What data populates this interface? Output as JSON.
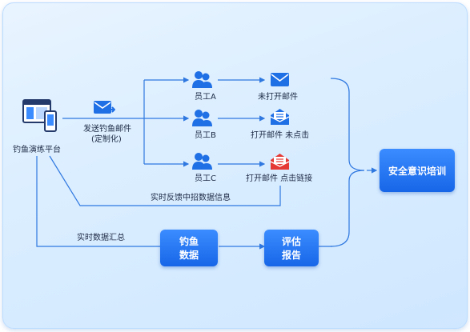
{
  "platform": {
    "label": "钓鱼演练平台"
  },
  "send": {
    "label_line1": "发送钓鱼邮件",
    "label_line2": "(定制化)"
  },
  "employees": [
    {
      "name": "员工A",
      "result": "未打开邮件",
      "icon": "envelope-icon",
      "color": "#1f6fe5"
    },
    {
      "name": "员工B",
      "result": "打开邮件 未点击",
      "icon": "open-envelope-icon",
      "color": "#1f6fe5"
    },
    {
      "name": "员工C",
      "result": "打开邮件 点击链接",
      "icon": "alert-envelope-icon",
      "color": "#e53935"
    }
  ],
  "feedback": {
    "label": "实时反馈中招数据信息"
  },
  "summary": {
    "label": "实时数据汇总"
  },
  "phish_data": {
    "line1": "钓鱼",
    "line2": "数据"
  },
  "report": {
    "line1": "评估",
    "line2": "报告"
  },
  "training": {
    "label": "安全意识培训"
  },
  "colors": {
    "accent": "#1f6fe5",
    "line": "#2f78e0",
    "card": "#dbeeff"
  }
}
